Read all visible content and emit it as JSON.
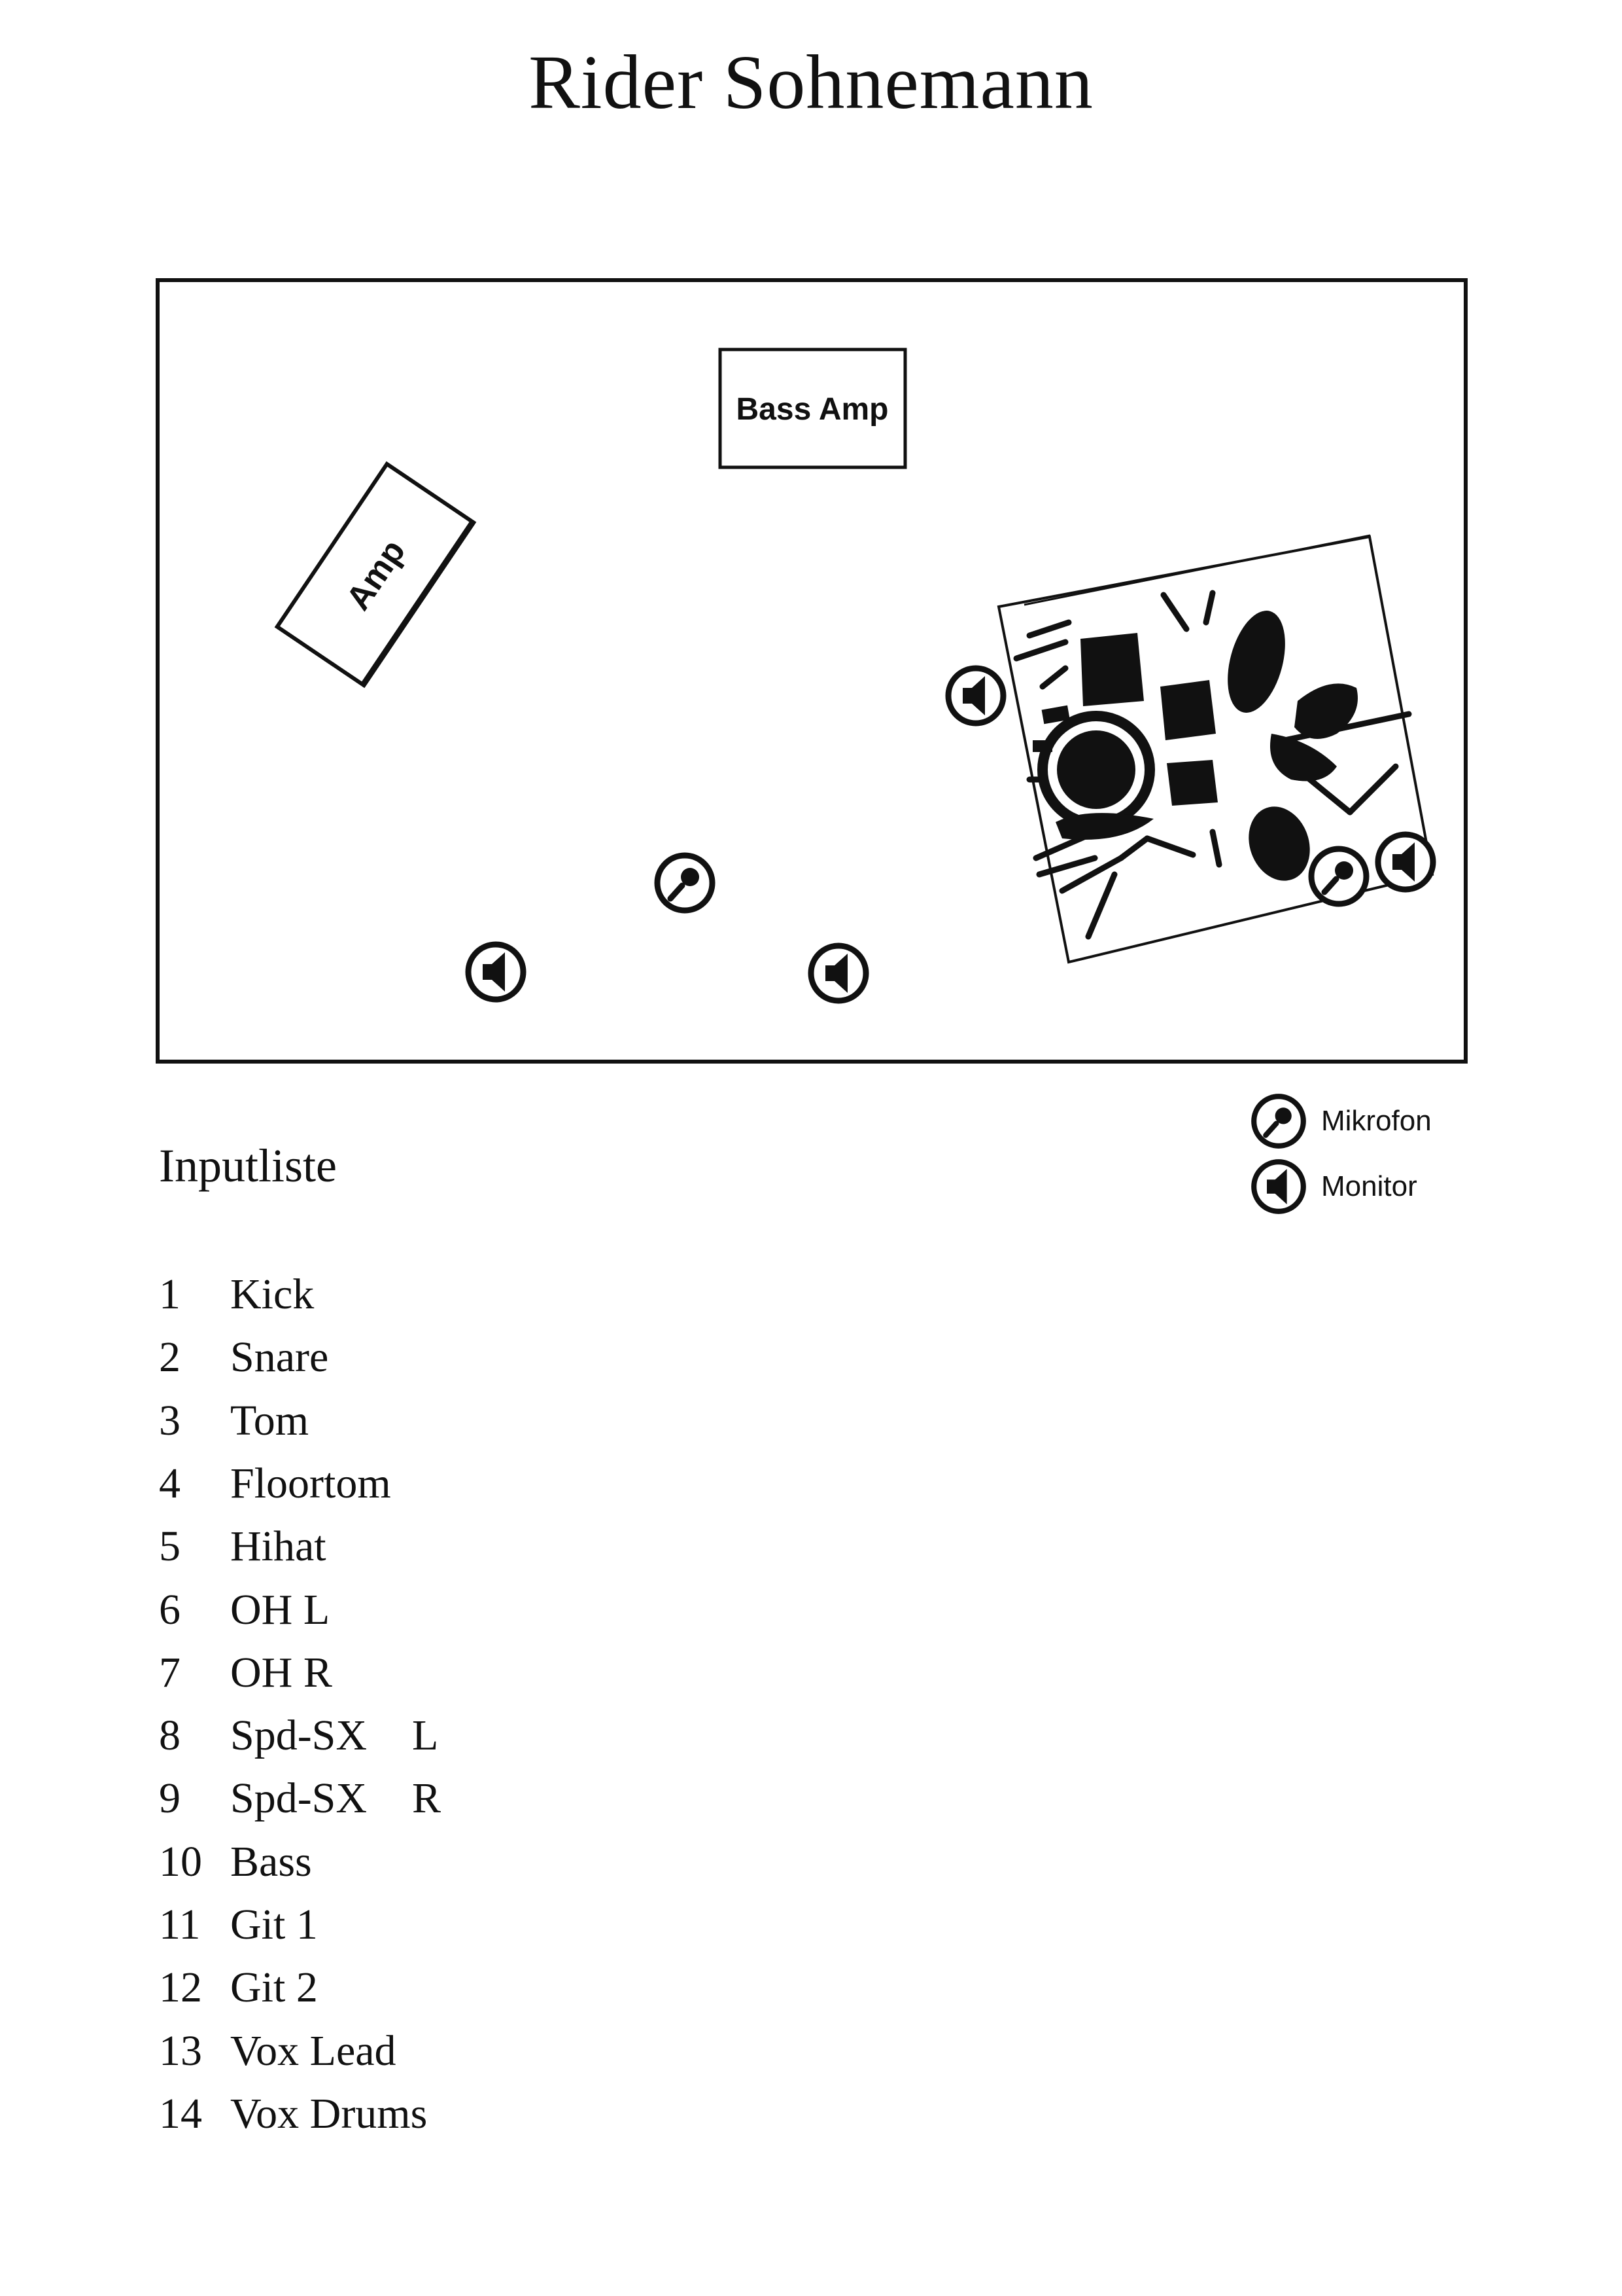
{
  "title": "Rider Sohnemann",
  "stage_plot": {
    "bass_amp_label": "Bass Amp",
    "amp_label": "Amp",
    "markers": [
      {
        "type": "monitor"
      },
      {
        "type": "microphone"
      },
      {
        "type": "monitor"
      },
      {
        "type": "monitor"
      },
      {
        "type": "microphone"
      },
      {
        "type": "monitor"
      }
    ]
  },
  "legend": {
    "items": [
      {
        "label": "Mikrofon",
        "icon": "microphone-icon"
      },
      {
        "label": "Monitor",
        "icon": "monitor-speaker-icon"
      }
    ]
  },
  "inputliste": {
    "heading": "Inputliste",
    "items": [
      {
        "number": "1",
        "name": "Kick",
        "side": ""
      },
      {
        "number": "2",
        "name": "Snare",
        "side": ""
      },
      {
        "number": "3",
        "name": "Tom",
        "side": ""
      },
      {
        "number": "4",
        "name": "Floortom",
        "side": ""
      },
      {
        "number": "5",
        "name": "Hihat",
        "side": ""
      },
      {
        "number": "6",
        "name": "OH L",
        "side": ""
      },
      {
        "number": "7",
        "name": "OH R",
        "side": ""
      },
      {
        "number": "8",
        "name": "Spd-SX",
        "side": "L"
      },
      {
        "number": "9",
        "name": "Spd-SX",
        "side": "R"
      },
      {
        "number": "10",
        "name": "Bass",
        "side": ""
      },
      {
        "number": "11",
        "name": "Git 1",
        "side": ""
      },
      {
        "number": "12",
        "name": "Git 2",
        "side": ""
      },
      {
        "number": "13",
        "name": "Vox Lead",
        "side": ""
      },
      {
        "number": "14",
        "name": "Vox Drums",
        "side": ""
      }
    ]
  }
}
